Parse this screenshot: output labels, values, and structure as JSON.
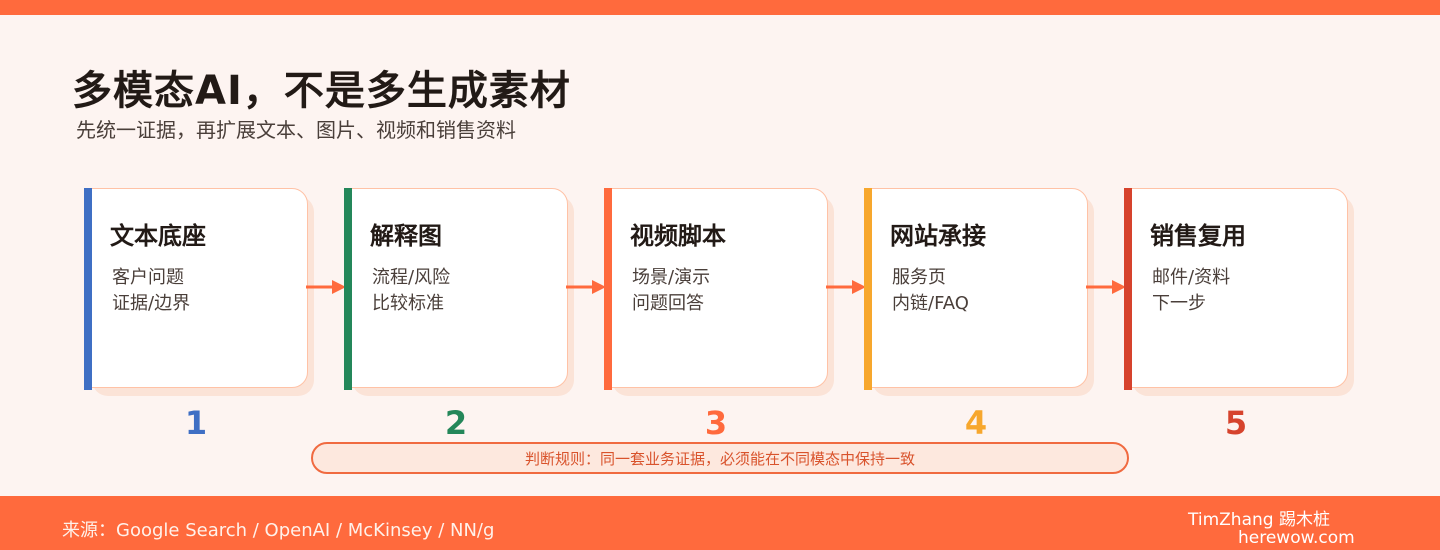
{
  "header": {
    "title": "多模态AI，不是多生成素材",
    "subtitle": "先统一证据，再扩展文本、图片、视频和销售资料"
  },
  "steps": [
    {
      "number": "1",
      "title": "文本底座",
      "line1": "客户问题",
      "line2": "证据/边界",
      "color": "#3f6fc4"
    },
    {
      "number": "2",
      "title": "解释图",
      "line1": "流程/风险",
      "line2": "比较标准",
      "color": "#24875a"
    },
    {
      "number": "3",
      "title": "视频脚本",
      "line1": "场景/演示",
      "line2": "问题回答",
      "color": "#ff6a3d"
    },
    {
      "number": "4",
      "title": "网站承接",
      "line1": "服务页",
      "line2": "内链/FAQ",
      "color": "#f7a72d"
    },
    {
      "number": "5",
      "title": "销售复用",
      "line1": "邮件/资料",
      "line2": "下一步",
      "color": "#d6432d"
    }
  ],
  "rule": {
    "text": "判断规则：同一套业务证据，必须能在不同模态中保持一致"
  },
  "footer": {
    "source": "来源：Google Search / OpenAI / McKinsey / NN/g",
    "brand": "TimZhang 踢木桩",
    "site": "herewow.com"
  },
  "colors": {
    "accent": "#ff6a3d",
    "background": "#fdf4f1",
    "arrow": "#ff6a3d"
  }
}
